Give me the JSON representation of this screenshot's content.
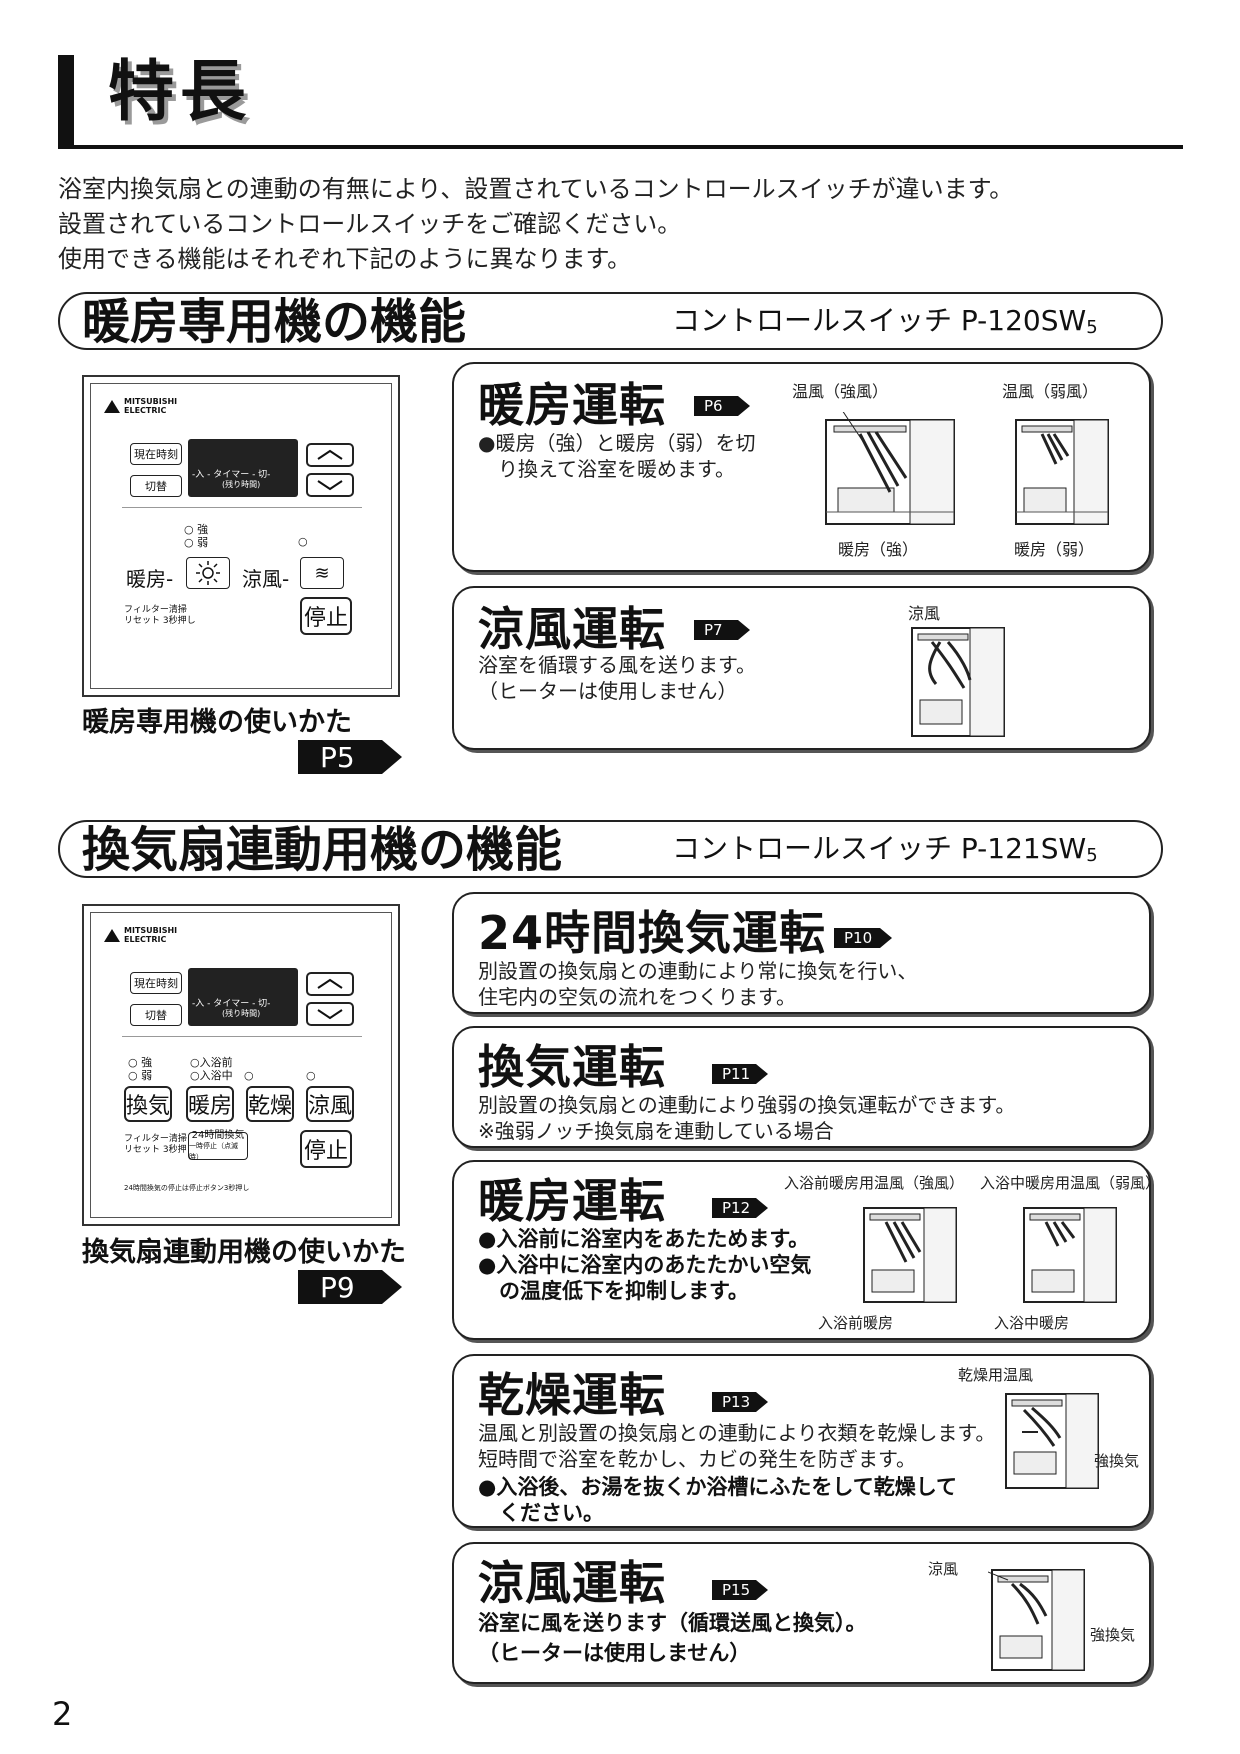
{
  "page": {
    "title": "特長",
    "intro": [
      "浴室内換気扇との連動の有無により、設置されているコントロールスイッチが違います。",
      "設置されているコントロールスイッチをご確認ください。",
      "使用できる機能はそれぞれ下記のように異なります。"
    ],
    "page_number": "2"
  },
  "section1": {
    "title": "暖房専用機の機能",
    "model_prefix": "コントロールスイッチ P-120SW",
    "model_suffix": "5",
    "remote": {
      "brand_line1": "MITSUBISHI",
      "brand_line2": "ELECTRIC",
      "btn_clock": "現在時刻",
      "btn_switch": "切替",
      "lcd_label": "-入 - タイマー - 切-",
      "lcd_sub": "(残り時間)",
      "lvl_strong": "強",
      "lvl_weak": "弱",
      "label_heating": "暖房",
      "label_cool": "涼風",
      "filter_line1": "フィルター清掃",
      "filter_line2": "リセット 3秒押し",
      "btn_stop": "停止"
    },
    "usage_label": "暖房専用機の使いかた",
    "usage_page": "P5",
    "cards": [
      {
        "title": "暖房運転",
        "page_ref": "P6",
        "body": [
          "●暖房（強）と暖房（弱）を切",
          "　り換えて浴室を暖めます。"
        ],
        "captions": [
          "温風（強風）",
          "温風（弱風）",
          "暖房（強）",
          "暖房（弱）"
        ]
      },
      {
        "title": "涼風運転",
        "page_ref": "P7",
        "body": [
          "浴室を循環する風を送ります。",
          "（ヒーターは使用しません）"
        ],
        "captions": [
          "涼風"
        ]
      }
    ]
  },
  "section2": {
    "title": "換気扇連動用機の機能",
    "model_prefix": "コントロールスイッチ P-121SW",
    "model_suffix": "5",
    "remote": {
      "brand_line1": "MITSUBISHI",
      "brand_line2": "ELECTRIC",
      "btn_clock": "現在時刻",
      "btn_switch": "切替",
      "lcd_label": "-入 - タイマー - 切-",
      "lcd_sub": "(残り時間)",
      "lvl_strong": "強",
      "lvl_weak": "弱",
      "lvl_before": "入浴前",
      "lvl_during": "入浴中",
      "btn_vent": "換気",
      "btn_heat": "暖房",
      "btn_dry": "乾燥",
      "btn_cool": "涼風",
      "filter_line1": "フィルター清掃",
      "filter_line2": "リセット 3秒押し",
      "vent24_line1": "24時間換気",
      "vent24_line2": "一時停止（点滅時）",
      "btn_stop": "停止",
      "footnote": "24時間換気の停止は停止ボタン3秒押し"
    },
    "usage_label": "換気扇連動用機の使いかた",
    "usage_page": "P9",
    "cards": [
      {
        "title": "24時間換気運転",
        "page_ref": "P10",
        "body": [
          "別設置の換気扇との連動により常に換気を行い、",
          "住宅内の空気の流れをつくります。"
        ]
      },
      {
        "title": "換気運転",
        "page_ref": "P11",
        "body": [
          "別設置の換気扇との連動により強弱の換気運転ができます。",
          "※強弱ノッチ換気扇を連動している場合"
        ]
      },
      {
        "title": "暖房運転",
        "page_ref": "P12",
        "body": [
          "●入浴前に浴室内をあたためます。",
          "●入浴中に浴室内のあたたかい空気",
          "　の温度低下を抑制します。"
        ],
        "captions": [
          "入浴前暖房用温風（強風）",
          "入浴中暖房用温風（弱風）",
          "入浴前暖房",
          "入浴中暖房"
        ]
      },
      {
        "title": "乾燥運転",
        "page_ref": "P13",
        "body": [
          "温風と別設置の換気扇との連動により衣類を乾燥します。",
          "短時間で浴室を乾かし、カビの発生を防ぎます。"
        ],
        "body_bold": [
          "●入浴後、お湯を抜くか浴槽にふたをして乾燥して",
          "　ください。"
        ],
        "captions": [
          "乾燥用温風",
          "強換気"
        ]
      },
      {
        "title": "涼風運転",
        "page_ref": "P15",
        "body_bold": [
          "浴室に風を送ります（循環送風と換気）。",
          "（ヒーターは使用しません）"
        ],
        "captions": [
          "涼風",
          "強換気"
        ]
      }
    ]
  }
}
